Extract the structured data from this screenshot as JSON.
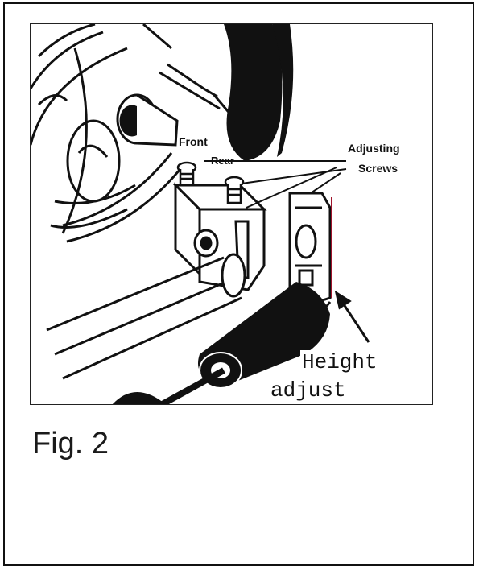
{
  "figure": {
    "caption": "Fig. 2"
  },
  "labels": {
    "front": "Front",
    "rear": "Rear",
    "adjusting": "Adjusting",
    "screws": "Screws",
    "height": "Height",
    "adjust": "adjust"
  },
  "colors": {
    "ink": "#111111",
    "accent_line": "#a0142c",
    "paper": "#ffffff"
  }
}
